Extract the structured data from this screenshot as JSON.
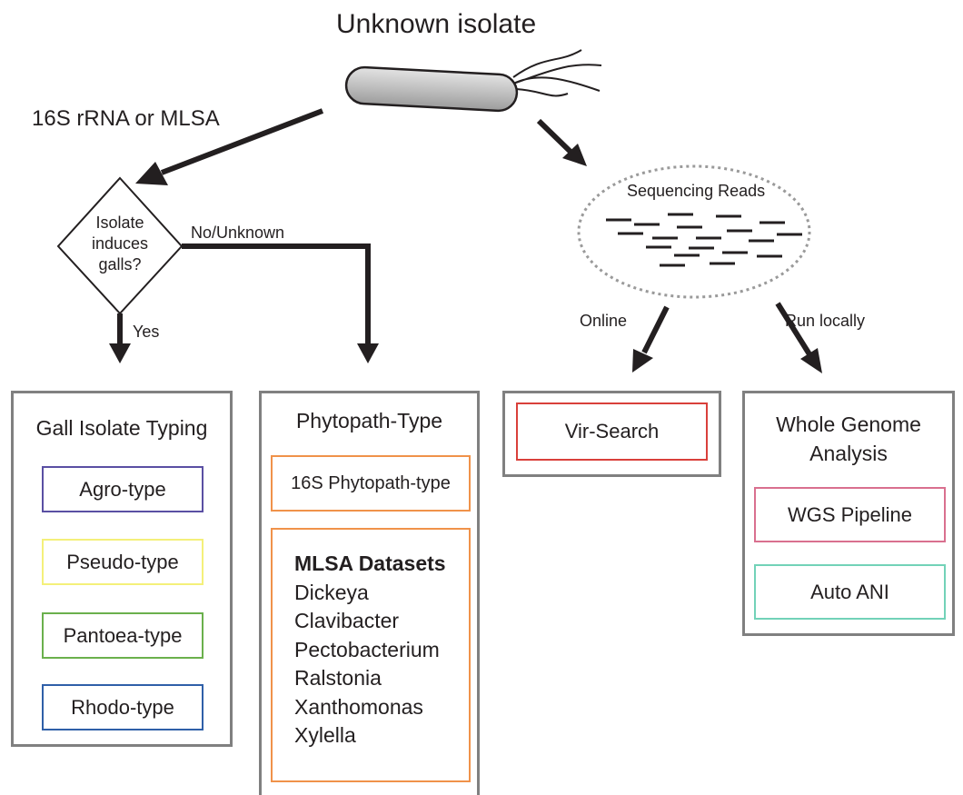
{
  "title": "Unknown isolate",
  "edge_labels": {
    "left_branch": "16S rRNA or MLSA",
    "no_unknown": "No/Unknown",
    "yes": "Yes",
    "online": "Online",
    "run_locally": "Run locally"
  },
  "decision": {
    "lines": [
      "Isolate",
      "induces",
      "galls?"
    ]
  },
  "sequencing": {
    "label": "Sequencing Reads"
  },
  "panels": {
    "gall": {
      "title": "Gall Isolate Typing",
      "tools": [
        {
          "label": "Agro-type",
          "color": "#5a4fa3"
        },
        {
          "label": "Pseudo-type",
          "color": "#f4f07a"
        },
        {
          "label": "Pantoea-type",
          "color": "#6ab04c"
        },
        {
          "label": "Rhodo-type",
          "color": "#2f5fa8"
        }
      ]
    },
    "phytopath": {
      "title": "Phytopath-Type",
      "tool_16s": {
        "label": "16S Phytopath-type",
        "color": "#f0924a"
      },
      "mlsa": {
        "heading": "MLSA Datasets",
        "color": "#f0924a",
        "items": [
          "Dickeya",
          "Clavibacter",
          "Pectobacterium",
          "Ralstonia",
          "Xanthomonas",
          "Xylella"
        ]
      }
    },
    "vir": {
      "tool": {
        "label": "Vir-Search",
        "color": "#d9403b"
      }
    },
    "wga": {
      "title_lines": [
        "Whole Genome",
        "Analysis"
      ],
      "tools": [
        {
          "label": "WGS Pipeline",
          "color": "#d9708f"
        },
        {
          "label": "Auto ANI",
          "color": "#72d2b8"
        }
      ]
    }
  },
  "colors": {
    "panel_border": "#808080",
    "arrow": "#231f20",
    "dotted_ellipse": "#9a9a9a"
  }
}
